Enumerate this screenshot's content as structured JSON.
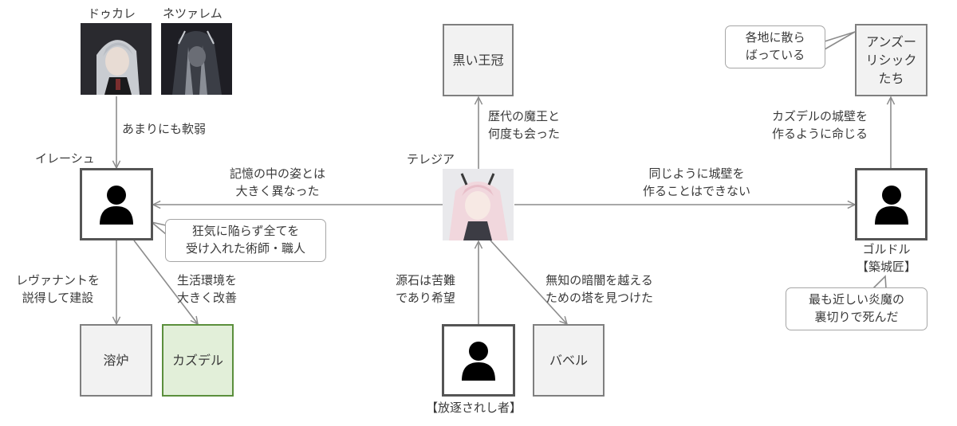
{
  "characters": {
    "dokale": {
      "name": "ドゥカレ"
    },
    "nezuaremu": {
      "name": "ネツァレム"
    },
    "ilesh": {
      "name": "イレーシュ"
    },
    "theresia": {
      "name": "テレジア"
    },
    "goldol": {
      "name": "ゴルドル",
      "title": "【築城匠】"
    },
    "exile": {
      "title": "【放逐されし者】"
    }
  },
  "nodes": {
    "black_crown": "黒い王冠",
    "ansu": [
      "アンズー",
      "リシック",
      "たち"
    ],
    "furnace": "溶炉",
    "kazdel": "カズデル",
    "babel": "バベル"
  },
  "edge_labels": {
    "too_weak": "あまりにも軟弱",
    "memory": [
      "記憶の中の姿とは",
      "大きく異なった"
    ],
    "same_wall": [
      "同じように城壁を",
      "作ることはできない"
    ],
    "met_kings": [
      "歴代の魔王と",
      "何度も会った"
    ],
    "order_wall": [
      "カズデルの城壁を",
      "作るように命じる"
    ],
    "persuade": [
      "レヴァナントを",
      "説得して建設"
    ],
    "improve": [
      "生活環境を",
      "大きく改善"
    ],
    "origin": [
      "源石は苦難",
      "であり希望"
    ],
    "tower": [
      "無知の暗闇を越える",
      "ための塔を見つけた"
    ]
  },
  "callouts": {
    "scattered": [
      "各地に散ら",
      "ばっている"
    ],
    "artisan": [
      "狂気に陥らず全てを",
      "受け入れた術師・職人"
    ],
    "betrayal": [
      "最も近しい炎魔の",
      "裏切りで死んだ"
    ]
  },
  "colors": {
    "node_fill": "#f2f2f2",
    "node_border": "#7f7f7f",
    "highlight_fill": "#e2efd9",
    "highlight_border": "#5b8f3c",
    "edge": "#8c8c8c",
    "person_icon": "#000000"
  }
}
